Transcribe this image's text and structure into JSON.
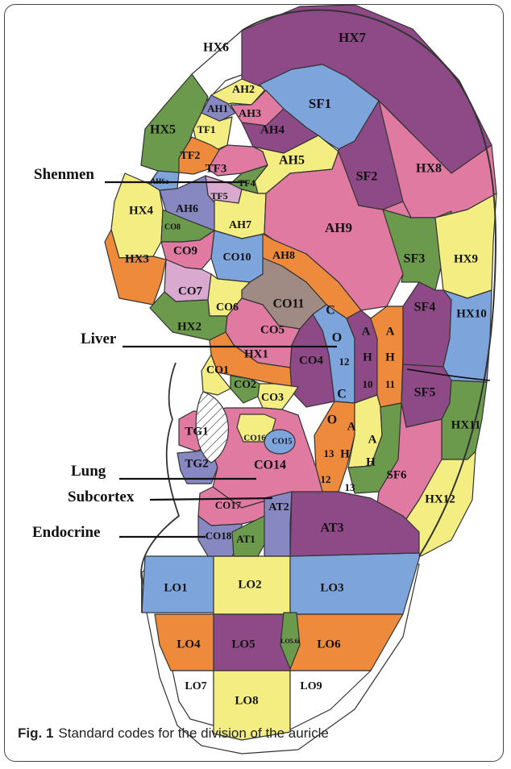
{
  "caption": {
    "figure_number": "Fig. 1",
    "text": "Standard codes for the division of the auricle"
  },
  "pointers": [
    "Shenmen",
    "Liver",
    "Lung",
    "Subcortex",
    "Endocrine"
  ],
  "zones": [
    "HX6",
    "HX7",
    "AH2",
    "AH1",
    "AH3",
    "SF1",
    "HX5",
    "TF1",
    "AH4",
    "TF2",
    "TF3",
    "AH5",
    "SF2",
    "HX8",
    "AH6a",
    "TF4",
    "TF5",
    "HX4",
    "AH6",
    "AH7",
    "CO8",
    "AH9",
    "CO9",
    "CO10",
    "AH8",
    "SF3",
    "HX9",
    "HX3",
    "CO7",
    "CO11",
    "CO6",
    "C",
    "O",
    "12",
    "A",
    "H",
    "10",
    "A",
    "H",
    "11",
    "SF4",
    "HX10",
    "HX2",
    "CO5",
    "HX1",
    "CO4",
    "CO1",
    "CO2",
    "CO3",
    "SF5",
    "HX11",
    "C",
    "O",
    "13",
    "A",
    "H",
    "12",
    "A",
    "H",
    "13",
    "TG1",
    "CO16",
    "CO15",
    "TG2",
    "CO14",
    "SF6",
    "HX12",
    "CO17",
    "AT2",
    "AT3",
    "CO18",
    "AT1",
    "LO1",
    "LO2",
    "LO3",
    "LO4",
    "LO5",
    "LO5.6i",
    "LO6",
    "LO7",
    "LO8",
    "LO9"
  ],
  "colors": {
    "pink": "#e07aa0",
    "purple": "#8e4a86",
    "blue": "#7ea4dc",
    "green": "#6c9a4c",
    "yellow": "#f4ee82",
    "orange": "#ee8a3c",
    "lilac": "#d9a9d0",
    "slate": "#8787c2",
    "taupe": "#a08a84",
    "white": "#ffffff",
    "outline": "#333333"
  }
}
